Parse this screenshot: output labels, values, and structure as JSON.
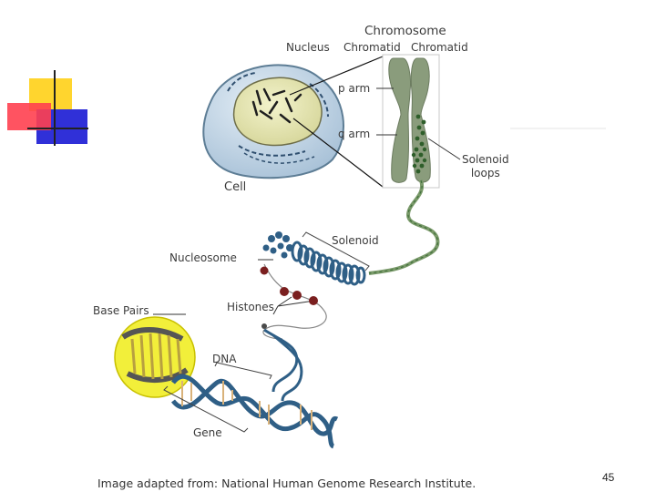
{
  "labels": {
    "chromosome": "Chromosome",
    "nucleus": "Nucleus",
    "chromatid_left": "Chromatid",
    "chromatid_right": "Chromatid",
    "p_arm": "p arm",
    "q_arm": "q arm",
    "solenoid_loops": "Solenoid\nloops",
    "cell": "Cell",
    "solenoid": "Solenoid",
    "nucleosome": "Nucleosome",
    "histones": "Histones",
    "base_pairs": "Base Pairs",
    "dna": "DNA",
    "gene": "Gene"
  },
  "caption": "Image adapted from: National Human Genome Research Institute.",
  "page_number": "45",
  "colors": {
    "cell_fill": "#c6d8e8",
    "nucleus_fill": "#e8e8b4",
    "chromosome": "#8a9c7c",
    "solenoid_blue": "#2f5f86",
    "histone_red": "#7a1f1f",
    "base_pair_circle": "#f2ef3a",
    "deco_yellow": "#ffd52e",
    "deco_red": "#ff3b4a",
    "deco_blue": "#2a2ad8"
  }
}
